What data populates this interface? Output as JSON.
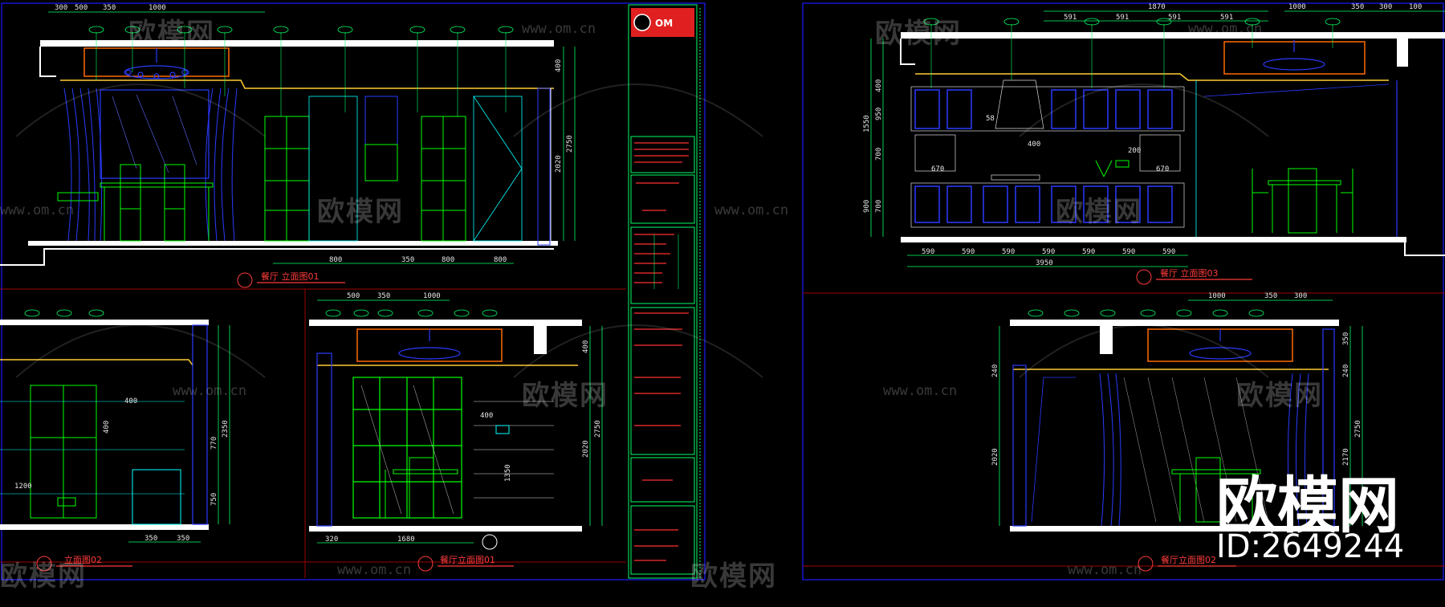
{
  "watermark": {
    "brand": "欧模网",
    "url": "www.om.cn",
    "brand_large": "欧模网",
    "id_label": "ID:2649244"
  },
  "colors": {
    "background": "#000000",
    "wall": "#ffffff",
    "dimension": "#00ff66",
    "furniture": "#00ff00",
    "drapes": "#2222ff",
    "title_red": "#ff2020",
    "frame_blue": "#1c1cff",
    "leader_cyan": "#00ffff",
    "trim": "#ffcc33"
  },
  "drawings": [
    {
      "id": "elev-01",
      "title": "餐厅 立面图01",
      "top_dims": [
        "300",
        "500",
        "350",
        "1000"
      ],
      "bottom_dims": [
        "800",
        "350",
        "800",
        "800"
      ],
      "right_dims": [
        "400",
        "2020",
        "2750"
      ]
    },
    {
      "id": "elev-03",
      "title": "餐厅 立面图03",
      "top_dims": [
        "1870",
        "591",
        "591",
        "591",
        "591",
        "1000",
        "350",
        "300",
        "100"
      ],
      "bottom_dims": [
        "590",
        "590",
        "590",
        "590",
        "590",
        "590",
        "590"
      ],
      "bottom_total": "3950",
      "left_dims": [
        "400",
        "1550",
        "950",
        "700",
        "700",
        "900"
      ],
      "labels": [
        "58",
        "400",
        "670",
        "670",
        "200"
      ]
    },
    {
      "id": "elev-02-left",
      "title": "立面图02",
      "bottom_dims": [
        "350",
        "350"
      ],
      "inner_dims": [
        "400",
        "400",
        "1200"
      ],
      "right_dims": [
        "770",
        "2350",
        "750"
      ]
    },
    {
      "id": "elev-01b",
      "title": "餐厅立面图01",
      "top_dims": [
        "500",
        "350",
        "1000"
      ],
      "bottom_dims": [
        "320",
        "1680"
      ],
      "right_dims": [
        "400",
        "2020",
        "2750"
      ],
      "inner_dims": [
        "400",
        "1350"
      ]
    },
    {
      "id": "elev-02-right",
      "title": "餐厅立面图02",
      "top_dims": [
        "1000",
        "350",
        "300"
      ],
      "left_dims": [
        "240",
        "2020"
      ],
      "right_dims": [
        "350",
        "240",
        "2170",
        "2750"
      ]
    }
  ],
  "title_block": {
    "logo_text": "OM",
    "rows": [
      "",
      "",
      "",
      "",
      "",
      "",
      ""
    ]
  }
}
